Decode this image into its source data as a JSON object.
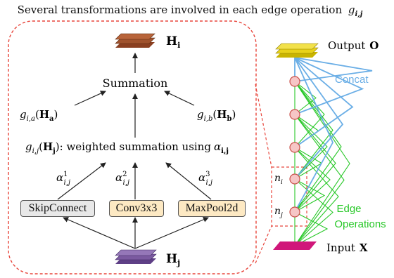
{
  "caption": {
    "text": "Several transformations are involved in each edge operation",
    "symbol": "g",
    "sub": "i,j"
  },
  "left_panel": {
    "output_label": "H",
    "output_sub": "i",
    "summation": "Summation",
    "ga": {
      "g": "g",
      "sub": "i,a",
      "arg": "H",
      "arg_sub": "a"
    },
    "gb": {
      "g": "g",
      "sub": "i,b",
      "arg": "H",
      "arg_sub": "b"
    },
    "gij": {
      "g": "g",
      "sub": "i,j",
      "arg": "H",
      "arg_sub": "j",
      "text": ": weighted summation using",
      "alpha": "α",
      "alpha_sub": "i,j"
    },
    "alphas": [
      {
        "sym": "α",
        "sup": "1",
        "sub": "i,j"
      },
      {
        "sym": "α",
        "sup": "2",
        "sub": "i,j"
      },
      {
        "sym": "α",
        "sup": "3",
        "sub": "i,j"
      }
    ],
    "ops": [
      {
        "label": "SkipConnect",
        "color": "#e8e8e8"
      },
      {
        "label": "Conv3x3",
        "color": "#fde9c3"
      },
      {
        "label": "MaxPool2d",
        "color": "#fde9c3"
      }
    ],
    "input_label": "H",
    "input_sub": "j"
  },
  "right_panel": {
    "output": {
      "label": "Output",
      "symbol": "O"
    },
    "input": {
      "label": "Input",
      "symbol": "X"
    },
    "concat": "Concat",
    "edge_ops": [
      "Edge",
      "Operations"
    ],
    "n_i": {
      "sym": "n",
      "sub": "i"
    },
    "n_j": {
      "sym": "n",
      "sub": "j"
    }
  },
  "colors": {
    "dashed": "#e8463c",
    "stack_brown": "#a0522d",
    "stack_purple": "#7b5aa0",
    "stack_yellow": "#e8d21a",
    "input_magenta": "#d0177a",
    "node_fill": "#f6c6c6",
    "node_stroke": "#c9504a",
    "concat_blue": "#6aaee6",
    "edge_green": "#28c828"
  },
  "icons": [
    "feature-map-stack-icon"
  ]
}
